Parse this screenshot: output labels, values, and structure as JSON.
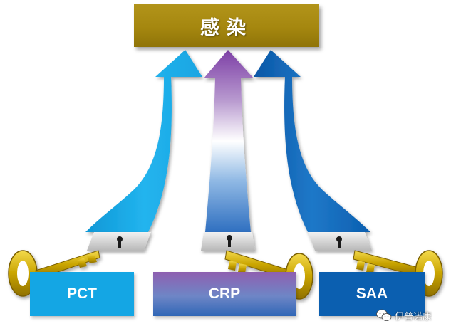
{
  "diagram": {
    "target": {
      "label": "感染"
    },
    "markers": [
      {
        "id": "pct",
        "label": "PCT",
        "color": "#14a6e4"
      },
      {
        "id": "crp",
        "label": "CRP",
        "color": "#6e86c6"
      },
      {
        "id": "saa",
        "label": "SAA",
        "color": "#0b5fb0"
      }
    ],
    "colors": {
      "gold_box": "#a5870f",
      "arrow_light_blue": "#14a6e4",
      "arrow_dark_blue": "#0b5fb0",
      "arrow_purple": "#8f5fb0",
      "key_gold": "#d4b200",
      "lock_plate": "#c9c9c9"
    },
    "icons": [
      "arrow-icon",
      "keyhole-icon",
      "key-icon",
      "wechat-icon"
    ]
  },
  "watermark": {
    "text": "伊普诺康"
  }
}
